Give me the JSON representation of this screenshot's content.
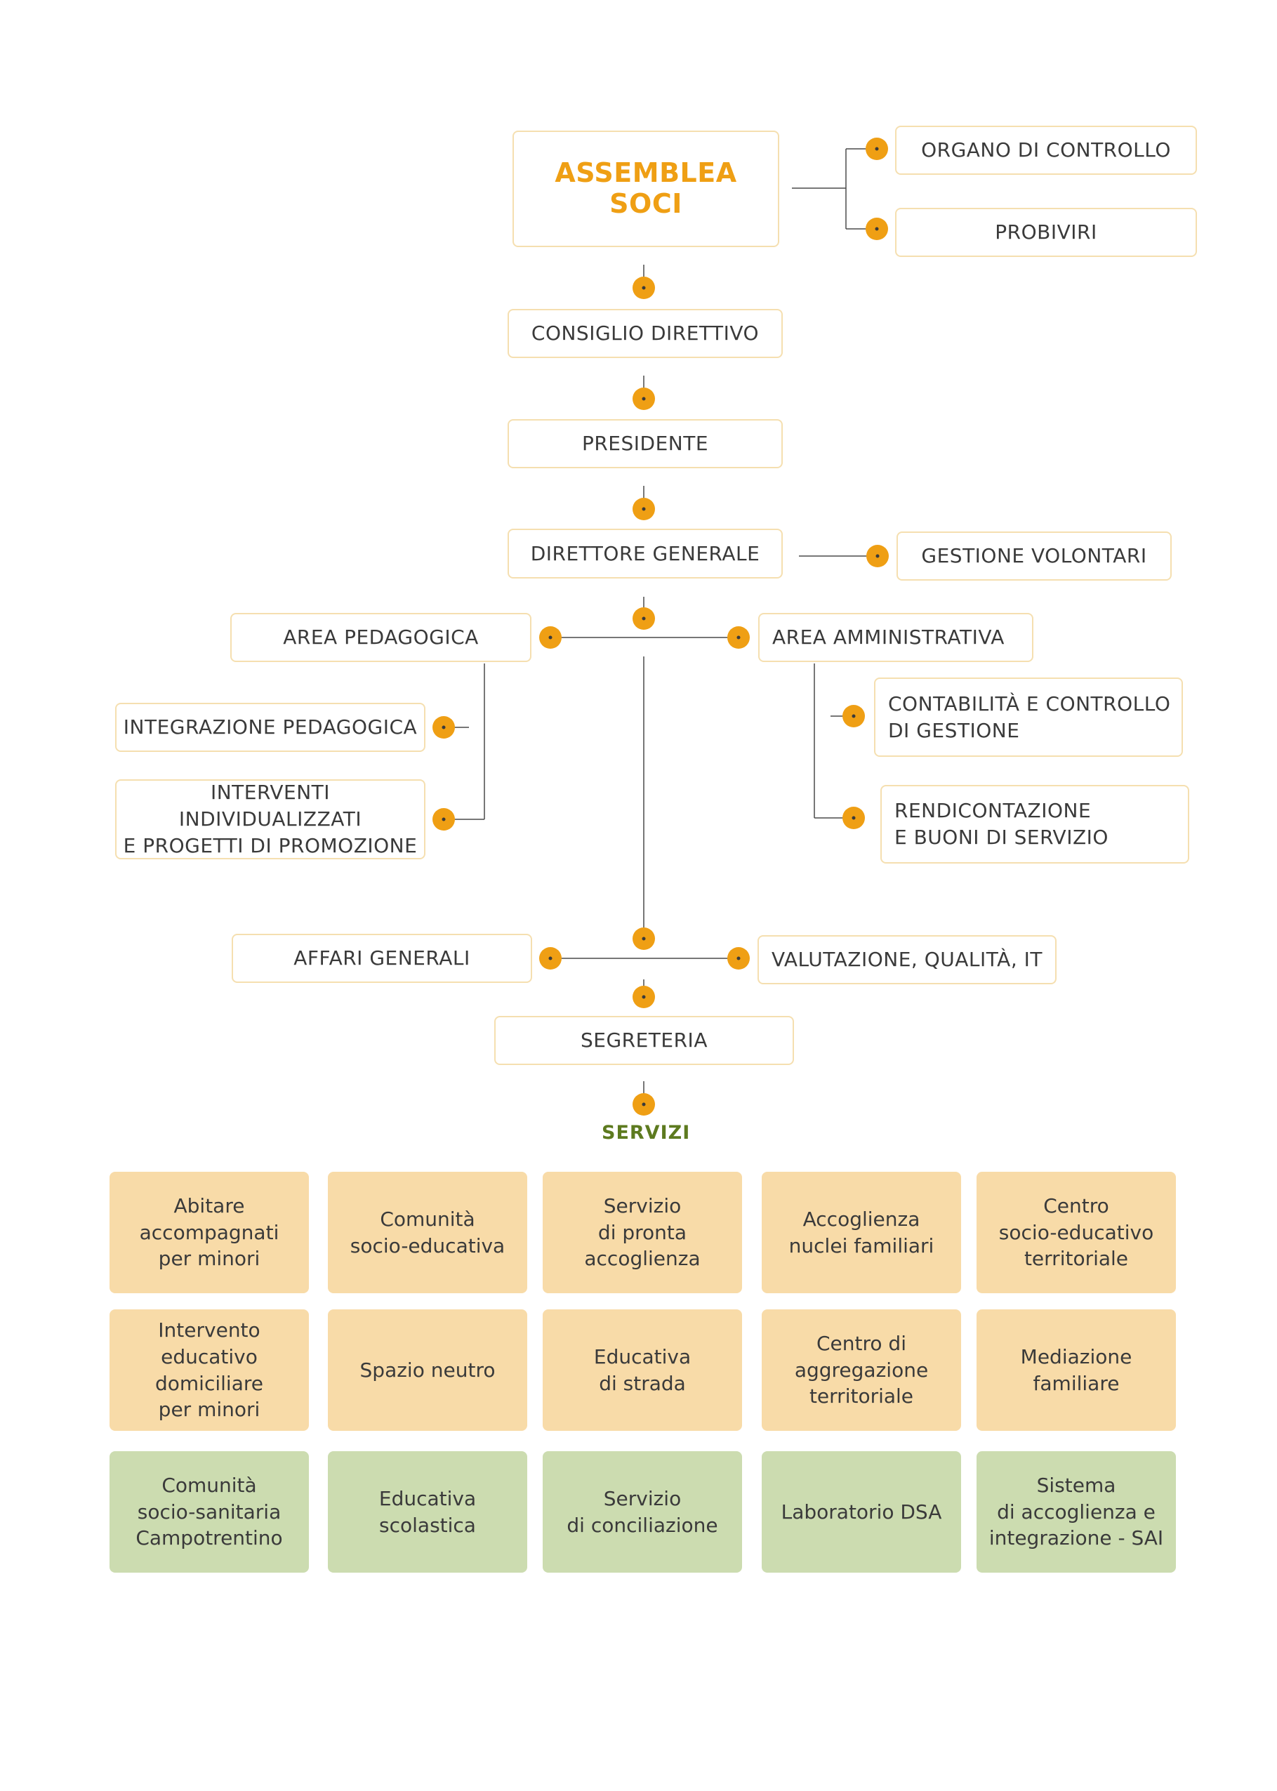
{
  "colors": {
    "accent": "#ef9f14",
    "servizi_title": "#5d7a1f",
    "service_orange": "#f8dba8",
    "service_green": "#ccdcb0",
    "box_border": "#f5dfb0"
  },
  "org": {
    "assemblea": "ASSEMBLEA\nSOCI",
    "organo_controllo": "ORGANO DI CONTROLLO",
    "probiviri": "PROBIVIRI",
    "consiglio": "CONSIGLIO DIRETTIVO",
    "presidente": "PRESIDENTE",
    "direttore": "DIRETTORE GENERALE",
    "volontari": "GESTIONE VOLONTARI",
    "area_pedagogica": "AREA PEDAGOGICA",
    "area_amministrativa": "AREA AMMINISTRATIVA",
    "integrazione": "INTEGRAZIONE PEDAGOGICA",
    "interventi": "INTERVENTI INDIVIDUALIZZATI\nE PROGETTI DI PROMOZIONE",
    "contabilita": "CONTABILITÀ E CONTROLLO\nDI GESTIONE",
    "rendicontazione": "RENDICONTAZIONE\nE BUONI DI SERVIZIO",
    "affari": "AFFARI GENERALI",
    "valutazione": "VALUTAZIONE, QUALITÀ, IT",
    "segreteria": "SEGRETERIA"
  },
  "servizi": {
    "title": "SERVIZI",
    "row1": [
      "Abitare\naccompagnati\nper minori",
      "Comunità\nsocio-educativa",
      "Servizio\ndi pronta\naccoglienza",
      "Accoglienza\nnuclei familiari",
      "Centro\nsocio-educativo\nterritoriale"
    ],
    "row2": [
      "Intervento\neducativo\ndomiciliare\nper minori",
      "Spazio neutro",
      "Educativa\ndi strada",
      "Centro di\naggregazione\nterritoriale",
      "Mediazione\nfamiliare"
    ],
    "row3": [
      "Comunità\nsocio-sanitaria\nCampotrentino",
      "Educativa\nscolastica",
      "Servizio\ndi conciliazione",
      "Laboratorio DSA",
      "Sistema\ndi accoglienza e\nintegrazione - SAI"
    ]
  }
}
